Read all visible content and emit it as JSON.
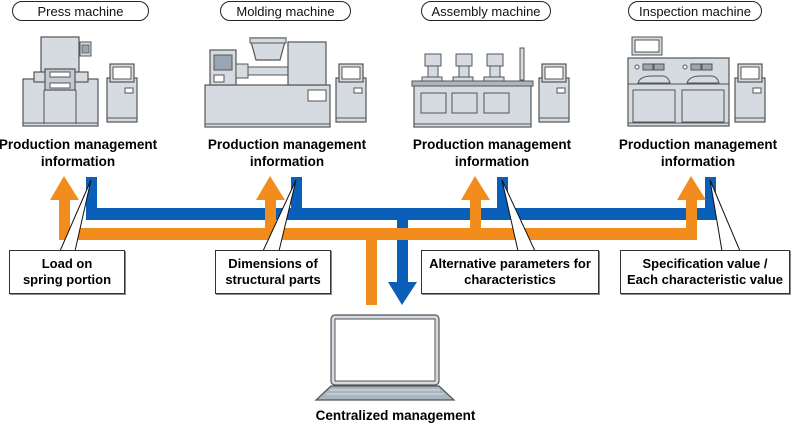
{
  "machines": [
    {
      "name": "Press machine",
      "info": "Production management information",
      "callout": "Load on spring portion"
    },
    {
      "name": "Molding machine",
      "info": "Production management information",
      "callout": "Dimensions of structural parts"
    },
    {
      "name": "Assembly machine",
      "info": "Production management information",
      "callout": "Alternative parameters for characteristics"
    },
    {
      "name": "Inspection machine",
      "info": "Production management information",
      "callout": "Specification value / Each characteristic value"
    }
  ],
  "info_lines": [
    "Production management",
    "information"
  ],
  "callout_lines": [
    [
      "Load on",
      "spring portion"
    ],
    [
      "Dimensions of",
      "structural parts"
    ],
    [
      "Alternative parameters for",
      "characteristics"
    ],
    [
      "Specification value /",
      "Each characteristic value"
    ]
  ],
  "central": {
    "label": "Centralized management",
    "icon": "laptop-icon"
  },
  "colors": {
    "upload_flow": "#f28c1c",
    "download_flow": "#0a5fb8",
    "machine_fill": "#d5dbe0",
    "outline": "#555555"
  }
}
